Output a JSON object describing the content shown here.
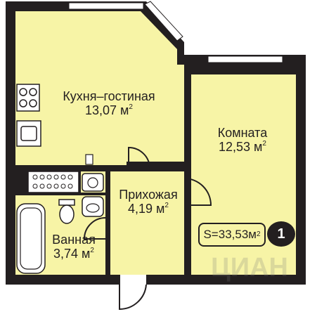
{
  "plan": {
    "rooms": [
      {
        "id": "kitchen",
        "name": "Кухня–гостиная",
        "area": "13,07 м",
        "unit_sup": "2"
      },
      {
        "id": "room",
        "name": "Комната",
        "area": "12,53 м",
        "unit_sup": "2"
      },
      {
        "id": "hall",
        "name": "Прихожая",
        "area": "4,19 м",
        "unit_sup": "2"
      },
      {
        "id": "bath",
        "name": "Ванная",
        "area": "3,74 м",
        "unit_sup": "2"
      }
    ],
    "total": {
      "text": "S=33,53м",
      "unit_sup": "2"
    },
    "rooms_count": "1",
    "watermark": "ЦИАН"
  },
  "colors": {
    "wall": "#231f20",
    "floor": "#f7f4a6",
    "window": "#ffffff",
    "badge": "#231f20"
  }
}
